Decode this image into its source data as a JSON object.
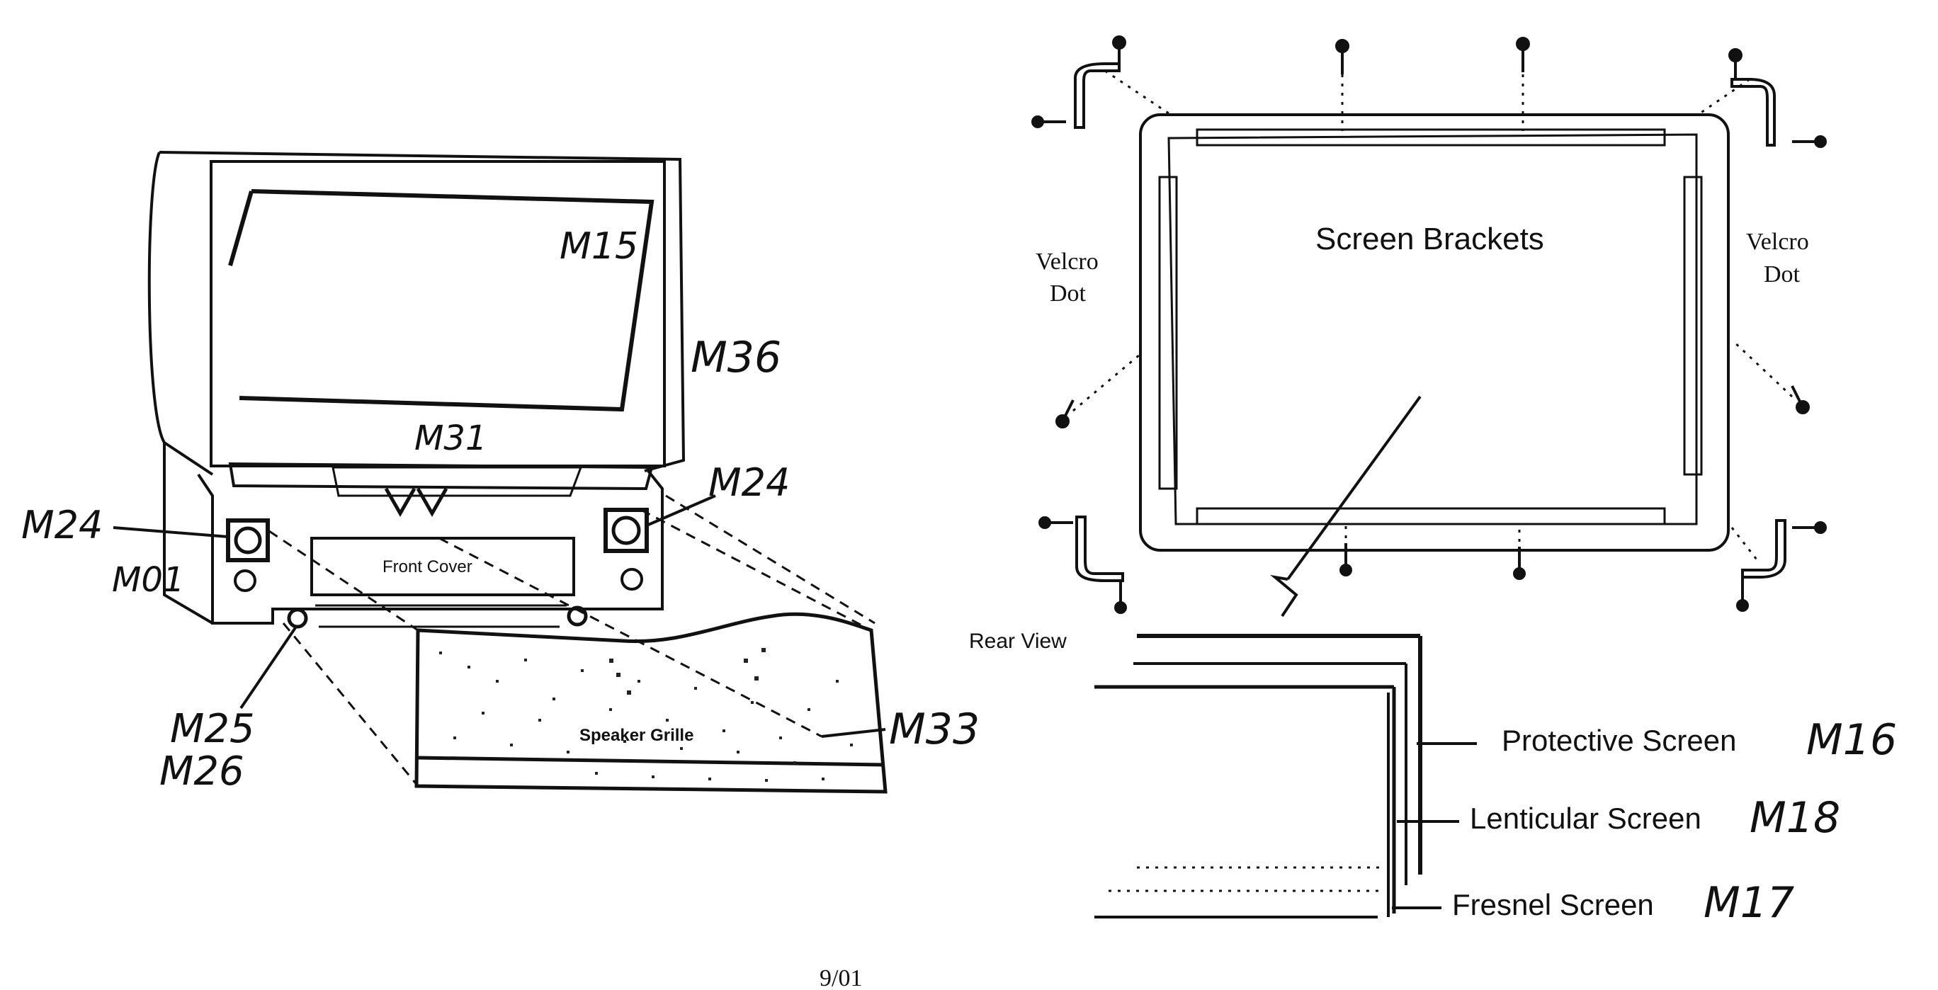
{
  "labels": {
    "m15": "M15",
    "m36": "M36",
    "m31": "M31",
    "m24_left": "M24",
    "m24_right": "M24",
    "m01": "M01",
    "m25": "M25",
    "m26": "M26",
    "m33": "M33",
    "front_cover": "Front Cover",
    "speaker_grille": "Speaker Grille",
    "screen_brackets": "Screen Brackets",
    "velcro_left_1": "Velcro",
    "velcro_left_2": "Dot",
    "velcro_right_1": "Velcro",
    "velcro_right_2": "Dot",
    "rear_view": "Rear View",
    "protective_screen": "Protective Screen",
    "m16": "M16",
    "lenticular_screen": "Lenticular Screen",
    "m18": "M18",
    "fresnel_screen": "Fresnel Screen",
    "m17": "M17"
  },
  "date": "9/01"
}
